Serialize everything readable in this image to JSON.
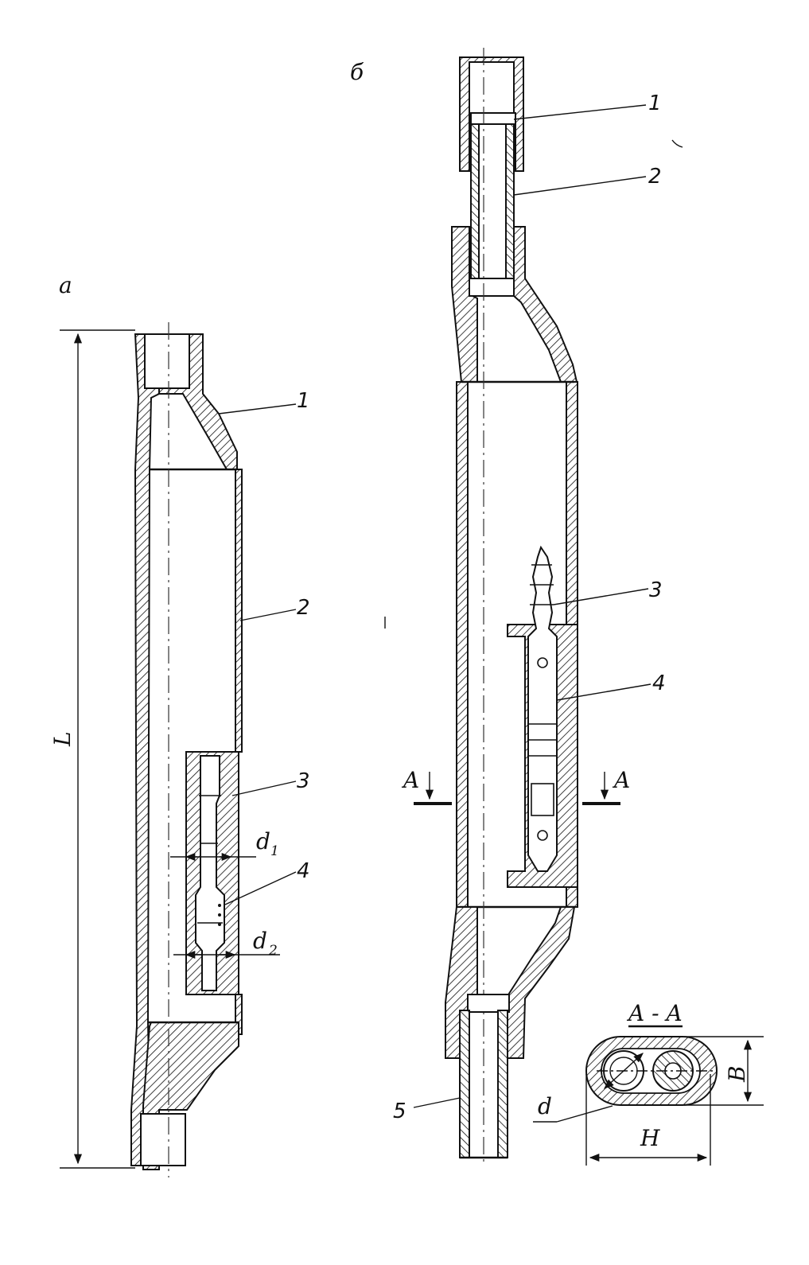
{
  "views": {
    "a": {
      "label": "а",
      "callouts": [
        "1",
        "2",
        "3",
        "4"
      ],
      "dimensions": {
        "length": "L",
        "d1": "d",
        "d1_sub": "1",
        "d2": "d",
        "d2_sub": "2"
      }
    },
    "b": {
      "label": "б",
      "callouts": [
        "1",
        "2",
        "3",
        "4",
        "5"
      ],
      "section_marks": {
        "left": "A",
        "right": "A"
      }
    },
    "section": {
      "title": "A - A",
      "dimensions": {
        "width": "H",
        "height": "B",
        "diameter": "d"
      }
    }
  }
}
